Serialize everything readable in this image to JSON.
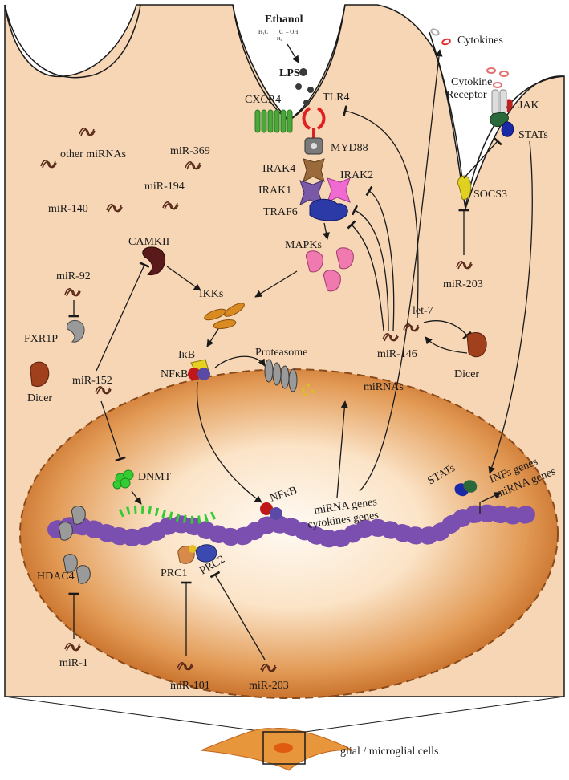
{
  "labels": {
    "ethanol": "Ethanol",
    "ethanol_formula_left": "H₃C",
    "ethanol_formula_mid": "C",
    "ethanol_formula_right": "– OH",
    "ethanol_formula_h2": "H₂",
    "lps": "LPS",
    "cxcr4": "CXCR4",
    "tlr4": "TLR4",
    "myd88": "MYD88",
    "irak4": "IRAK4",
    "irak2": "IRAK2",
    "irak1": "IRAK1",
    "traf6": "TRAF6",
    "mapks": "MAPKs",
    "camkii": "CAMKII",
    "ikks": "IKKs",
    "ikb": "IκB",
    "nfkb": "NFκB",
    "proteasome": "Proteasome",
    "fxr1p": "FXR1P",
    "dicer_left": "Dicer",
    "dicer_right": "Dicer",
    "dnmt": "DNMT",
    "hdac4": "HDAC4",
    "prc1": "PRC1",
    "prc2": "PRC2",
    "nfkb_nucleus": "NFκB",
    "mirna_genes": "miRNA genes",
    "cytokines_genes": "cytokines genes",
    "mirnas": "miRNAs",
    "let7": "let-7",
    "mir146": "miR-146",
    "cytokines": "Cytokines",
    "cytokine_receptor_1": "Cytokine",
    "cytokine_receptor_2": "Receptor",
    "jak": "JAK",
    "stats_membrane": "STATs",
    "stats_nucleus": "STATs",
    "socs3": "SOCS3",
    "mir203_right": "miR-203",
    "infs_genes": "INFs genes",
    "mirna_genes_right": "miRNA genes",
    "other_mirnas": "other miRNAs",
    "mir369": "miR-369",
    "mir194": "miR-194",
    "mir140": "miR-140",
    "mir92": "miR-92",
    "mir152": "miR-152",
    "mir1": "miR-1",
    "mir101": "miR-101",
    "mir203_bottom": "miR-203",
    "glial_caption": "glial / microglial cells"
  },
  "colors": {
    "cytoplasm": "#f6d6b4",
    "cell_border": "#1a1a1a",
    "nucleus_outer": "#c9732c",
    "nucleus_inner": "#fff6ec",
    "chromatin": "#5a1414",
    "histone_mark": "#7b4fb0",
    "methyl_mark": "#33cc33",
    "mirna_icon": "#5a2a1a",
    "myd88": "#7a7a7a",
    "irak4": "#9a6a3a",
    "irak1": "#7a5aa6",
    "irak2": "#f06ad2",
    "traf6": "#2b3aa6",
    "mapk": "#f07ab0",
    "ikk": "#d98a20",
    "dicer": "#a0401c",
    "fxr1p": "#9a9a9a",
    "camkii": "#5a1a1a",
    "tlr4": "#e02020",
    "cxcr4": "#4aa83a",
    "jak": "#c02020",
    "stats": "#2a6a3a",
    "socs3": "#e0d020",
    "dnmt": "#33cc33",
    "prc1": "#d88a4a",
    "prc2": "#3a4ab0",
    "hdac4": "#9a9a9a"
  }
}
